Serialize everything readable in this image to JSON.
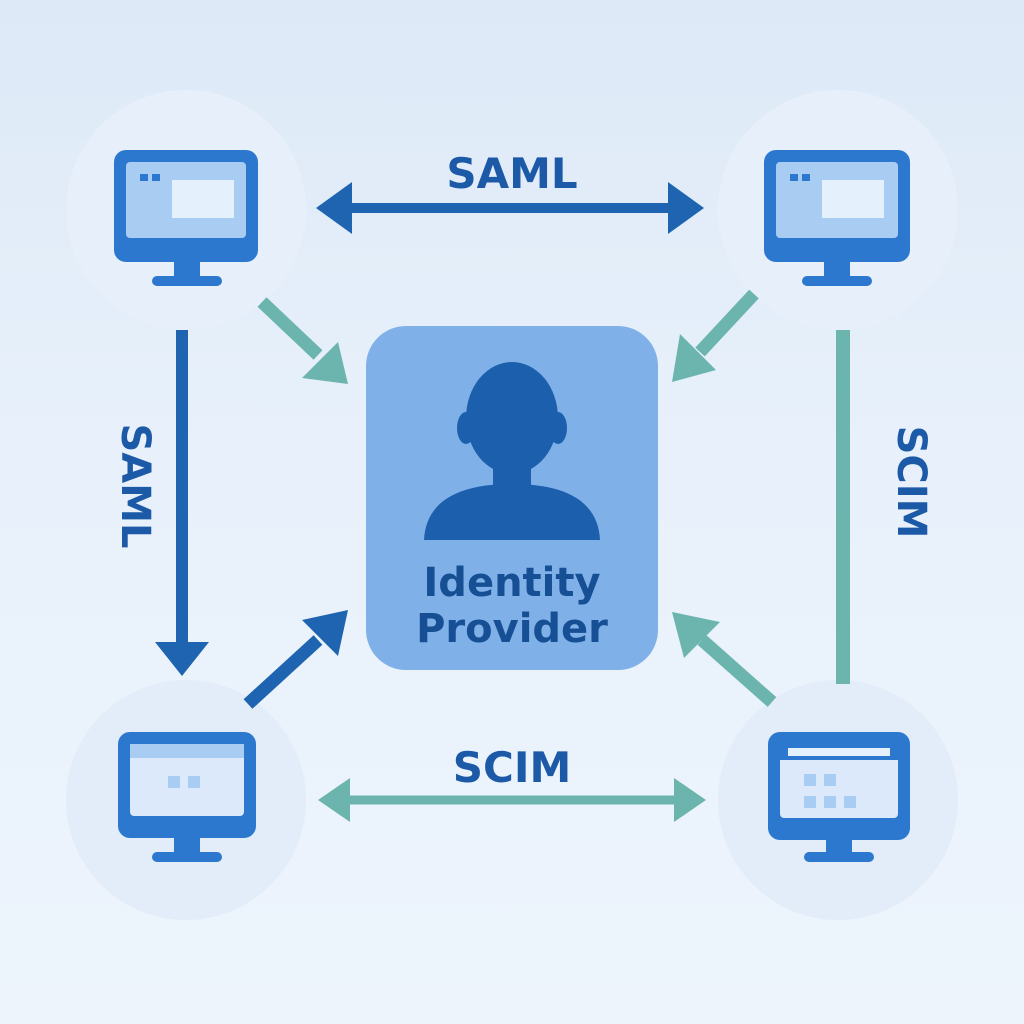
{
  "diagram": {
    "center": {
      "line1": "Identity",
      "line2": "Provider",
      "icon": "user-silhouette-icon"
    },
    "labels": {
      "top": "SAML",
      "left": "SAML",
      "right": "SCIM",
      "bottom": "SCIM"
    },
    "nodes": [
      {
        "id": "top-left",
        "icon": "computer-monitor-icon",
        "screen": "window-with-panel"
      },
      {
        "id": "top-right",
        "icon": "computer-monitor-icon",
        "screen": "window-with-panel"
      },
      {
        "id": "bottom-left",
        "icon": "computer-monitor-icon",
        "screen": "window-with-two-tiles"
      },
      {
        "id": "bottom-right",
        "icon": "computer-monitor-icon",
        "screen": "window-with-tile-grid"
      }
    ],
    "colors": {
      "saml": "#1e64b0",
      "scim": "#6cb5ae",
      "idp_box": "#80b0e8",
      "idp_text": "#174f94",
      "monitor": "#2c78cf",
      "node_circle": "#e6f0fa"
    }
  }
}
